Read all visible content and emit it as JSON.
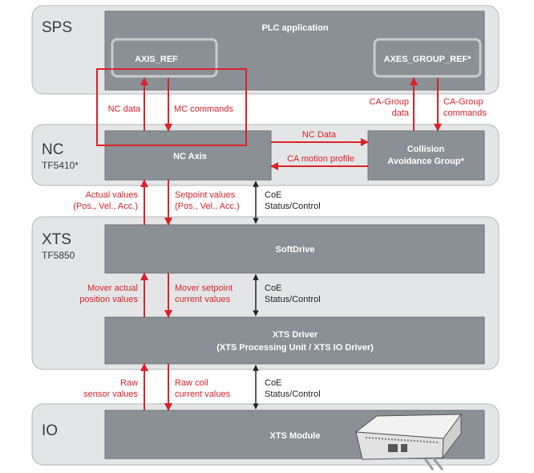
{
  "colors": {
    "layer_fill": "#e4e5e6",
    "layer_stroke": "#b4b7ba",
    "box_fill": "#8a9096",
    "box_stroke": "#6d7277",
    "ref_stroke": "#c9ccce",
    "accent_red": "#d8232a",
    "arrow_dark": "#222222"
  },
  "layers": {
    "sps": {
      "label": "SPS"
    },
    "nc": {
      "label": "NC",
      "sublabel": "TF5410*"
    },
    "xts": {
      "label": "XTS",
      "sublabel": "TF5850"
    },
    "io": {
      "label": "IO"
    }
  },
  "boxes": {
    "plc_application": "PLC application",
    "axis_ref": "AXIS_REF",
    "axes_group_ref": "AXES_GROUP_REF*",
    "nc_axis": "NC Axis",
    "collision_line1": "Collision",
    "collision_line2": "Avoidance Group*",
    "softdrive": "SoftDrive",
    "xts_driver_line1": "XTS Driver",
    "xts_driver_line2": "(XTS Processing Unit / XTS IO Driver)",
    "xts_module": "XTS Module"
  },
  "labels": {
    "nc_data_up": "NC data",
    "mc_commands": "MC commands",
    "ca_group_data_line1": "CA-Group",
    "ca_group_data_line2": "data",
    "ca_group_commands_line1": "CA-Group",
    "ca_group_commands_line2": "commands",
    "nc_data_right": "NC Data",
    "ca_motion_profile": "CA motion profile",
    "actual_values_line1": "Actual values",
    "actual_values_line2": "(Pos., Vel., Acc.)",
    "setpoint_values_line1": "Setpoint values",
    "setpoint_values_line2": "(Pos., Vel., Acc.)",
    "coe": "CoE",
    "status_control": "Status/Control",
    "mover_actual_line1": "Mover actual",
    "mover_actual_line2": "position values",
    "mover_setpoint_line1": "Mover setpoint",
    "mover_setpoint_line2": "current values",
    "raw_sensor_line1": "Raw",
    "raw_sensor_line2": "sensor values",
    "raw_coil_line1": "Raw coil",
    "raw_coil_line2": "current values"
  }
}
